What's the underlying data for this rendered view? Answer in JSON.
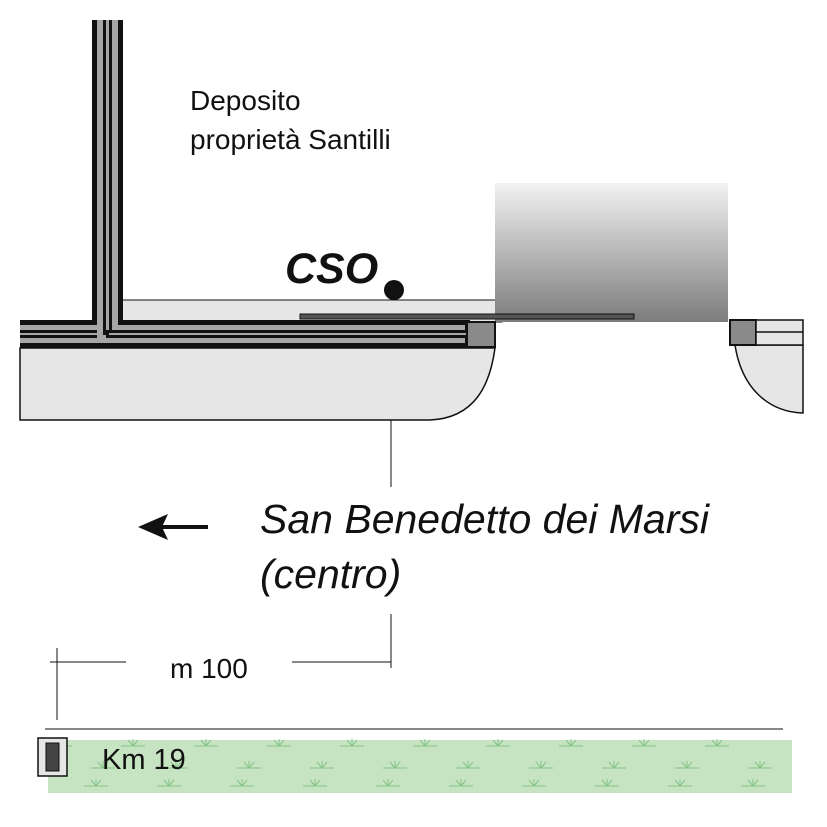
{
  "labels": {
    "deposit_line1": "Deposito",
    "deposit_line2": "proprietà Santilli",
    "cso": "CSO",
    "destination_line1": "San Benedetto dei Marsi",
    "destination_line2": "(centro)",
    "scale": "m 100",
    "kilometer": "Km 19"
  },
  "colors": {
    "track_dark": "#111111",
    "track_fill": "#a6a6a6",
    "platform": "#e6e6e6",
    "building_top": "#f0f0f0",
    "building_bottom": "#808080",
    "vegetation": "#c6e3c2",
    "vegetation_mark": "#7fbf7f"
  },
  "icons": {
    "direction": "arrow-left-icon",
    "cso_marker": "dot-icon",
    "km_marker": "km-post-icon"
  }
}
